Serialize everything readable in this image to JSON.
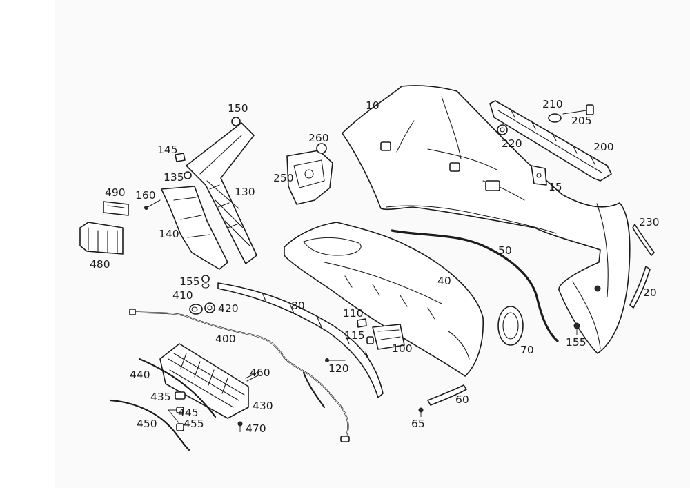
{
  "diagram": {
    "callouts": [
      {
        "id": "10",
        "label": "10"
      },
      {
        "id": "15",
        "label": "15"
      },
      {
        "id": "20",
        "label": "20"
      },
      {
        "id": "40",
        "label": "40"
      },
      {
        "id": "50",
        "label": "50"
      },
      {
        "id": "60",
        "label": "60"
      },
      {
        "id": "65",
        "label": "65"
      },
      {
        "id": "70",
        "label": "70"
      },
      {
        "id": "80",
        "label": "80"
      },
      {
        "id": "100",
        "label": "100"
      },
      {
        "id": "110",
        "label": "110"
      },
      {
        "id": "115",
        "label": "115"
      },
      {
        "id": "120",
        "label": "120"
      },
      {
        "id": "130",
        "label": "130"
      },
      {
        "id": "135",
        "label": "135"
      },
      {
        "id": "140",
        "label": "140"
      },
      {
        "id": "145",
        "label": "145"
      },
      {
        "id": "150",
        "label": "150"
      },
      {
        "id": "155a",
        "label": "155"
      },
      {
        "id": "155b",
        "label": "155"
      },
      {
        "id": "160",
        "label": "160"
      },
      {
        "id": "200",
        "label": "200"
      },
      {
        "id": "205",
        "label": "205"
      },
      {
        "id": "210",
        "label": "210"
      },
      {
        "id": "220",
        "label": "220"
      },
      {
        "id": "230",
        "label": "230"
      },
      {
        "id": "250",
        "label": "250"
      },
      {
        "id": "260",
        "label": "260"
      },
      {
        "id": "400",
        "label": "400"
      },
      {
        "id": "410",
        "label": "410"
      },
      {
        "id": "420",
        "label": "420"
      },
      {
        "id": "430",
        "label": "430"
      },
      {
        "id": "435",
        "label": "435"
      },
      {
        "id": "440",
        "label": "440"
      },
      {
        "id": "445",
        "label": "445"
      },
      {
        "id": "450",
        "label": "450"
      },
      {
        "id": "455",
        "label": "455"
      },
      {
        "id": "460",
        "label": "460"
      },
      {
        "id": "470",
        "label": "470"
      },
      {
        "id": "480",
        "label": "480"
      },
      {
        "id": "490",
        "label": "490"
      }
    ]
  }
}
